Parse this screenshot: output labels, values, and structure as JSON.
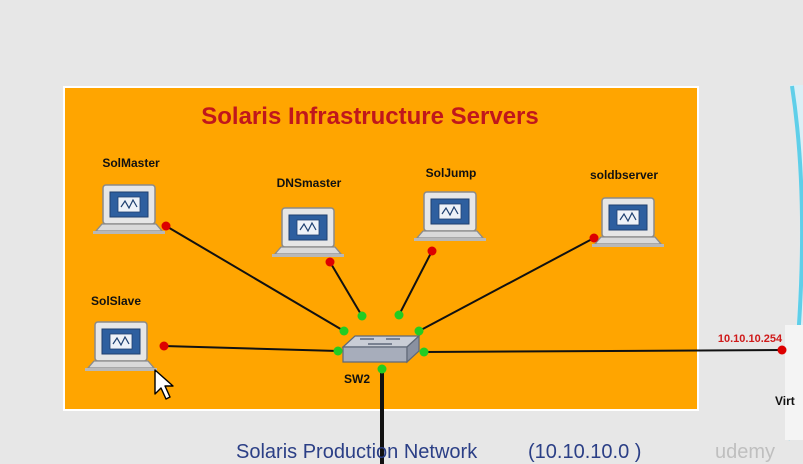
{
  "diagram": {
    "title": "Solaris Infrastructure Servers",
    "network_label": "Solaris Production Network",
    "network_cidr": "(10.10.10.0 )",
    "switch": {
      "label": "SW2"
    },
    "hosts": [
      {
        "id": "solmaster",
        "label": "SolMaster"
      },
      {
        "id": "dnsmaster",
        "label": "DNSmaster"
      },
      {
        "id": "soljump",
        "label": "SolJump"
      },
      {
        "id": "soldbserver",
        "label": "soldbserver"
      },
      {
        "id": "solslave",
        "label": "SolSlave"
      }
    ],
    "gateway": {
      "ip": "10.10.10.254",
      "label": "Virt"
    },
    "watermark": "udemy",
    "colors": {
      "background": "#e7e7e7",
      "box_fill": "#ffa500",
      "title": "#c0171c",
      "network_label": "#2b3f86",
      "ip_label": "#cf1a1a",
      "link_up": "#22cc22",
      "link_down": "#dd0000",
      "link_line": "#111111"
    }
  }
}
